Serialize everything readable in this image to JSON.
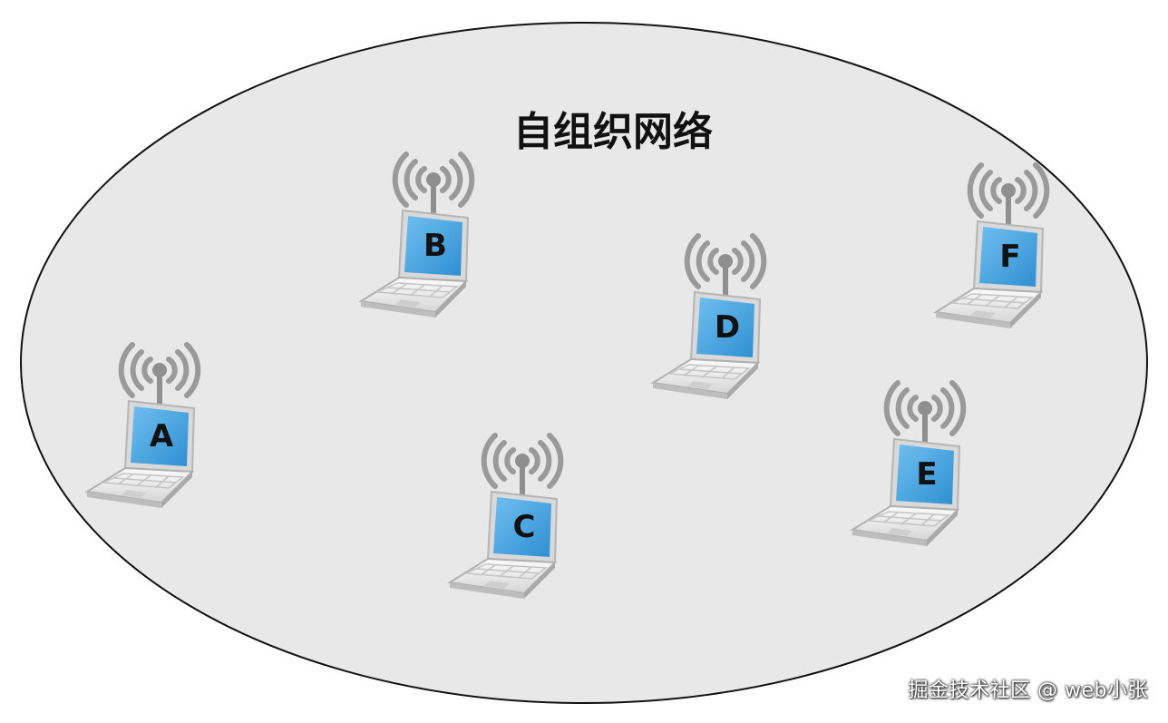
{
  "title": "自组织网络",
  "nodes": [
    {
      "id": "A",
      "label": "A"
    },
    {
      "id": "B",
      "label": "B"
    },
    {
      "id": "C",
      "label": "C"
    },
    {
      "id": "D",
      "label": "D"
    },
    {
      "id": "E",
      "label": "E"
    },
    {
      "id": "F",
      "label": "F"
    }
  ],
  "watermark": "掘金技术社区 @ web小张",
  "colors": {
    "ellipse_fill": "#e8e8e8",
    "ellipse_stroke": "#111111",
    "screen": "#4aa3df",
    "signal": "#9a9a9a"
  },
  "icons": {
    "node": "laptop-wifi-icon"
  }
}
